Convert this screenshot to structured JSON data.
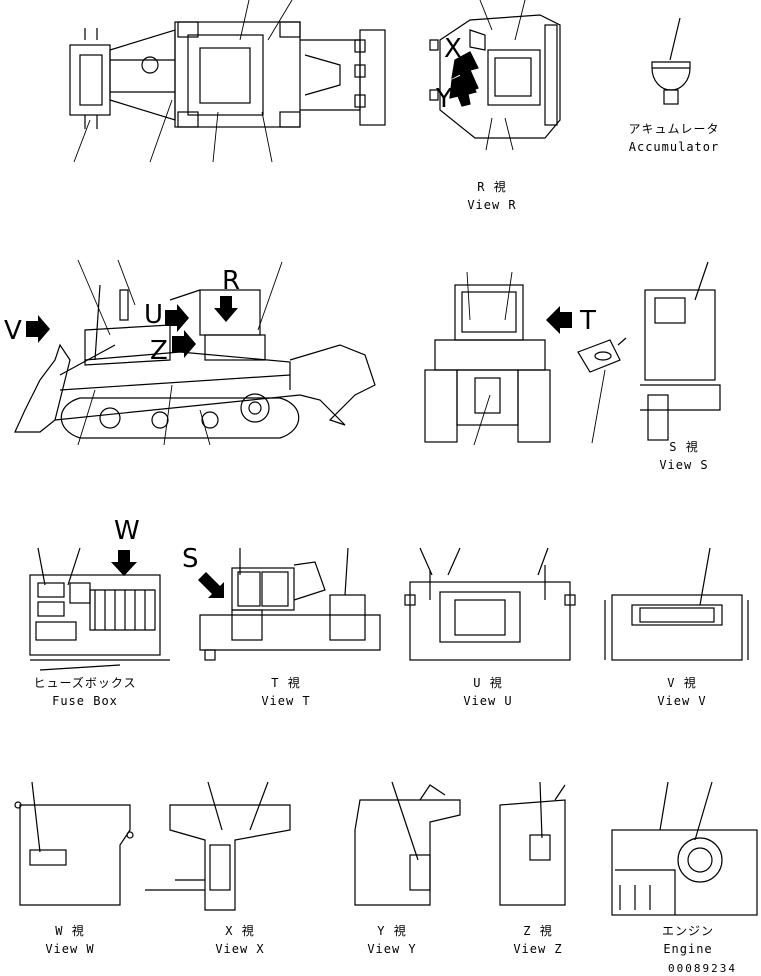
{
  "callouts": {
    "x": "X",
    "y": "Y",
    "v": "V",
    "u": "U",
    "z": "Z",
    "r": "R",
    "t": "T",
    "w": "W",
    "s": "S"
  },
  "labels": {
    "accumulator": {
      "jp": "アキュムレータ",
      "en": "Accumulator"
    },
    "view_r": {
      "jp": "R 視",
      "en": "View R"
    },
    "view_s": {
      "jp": "S 視",
      "en": "View S"
    },
    "fuse_box": {
      "jp": "ヒューズボックス",
      "en": "Fuse Box"
    },
    "view_t": {
      "jp": "T 視",
      "en": "View T"
    },
    "view_u": {
      "jp": "U 視",
      "en": "View U"
    },
    "view_v": {
      "jp": "V 視",
      "en": "View V"
    },
    "view_w": {
      "jp": "W 視",
      "en": "View W"
    },
    "view_x": {
      "jp": "X 視",
      "en": "View X"
    },
    "view_y": {
      "jp": "Y 視",
      "en": "View Y"
    },
    "view_z": {
      "jp": "Z 視",
      "en": "View Z"
    },
    "engine": {
      "jp": "エンジン",
      "en": "Engine"
    }
  },
  "drawing_number": "00089234"
}
